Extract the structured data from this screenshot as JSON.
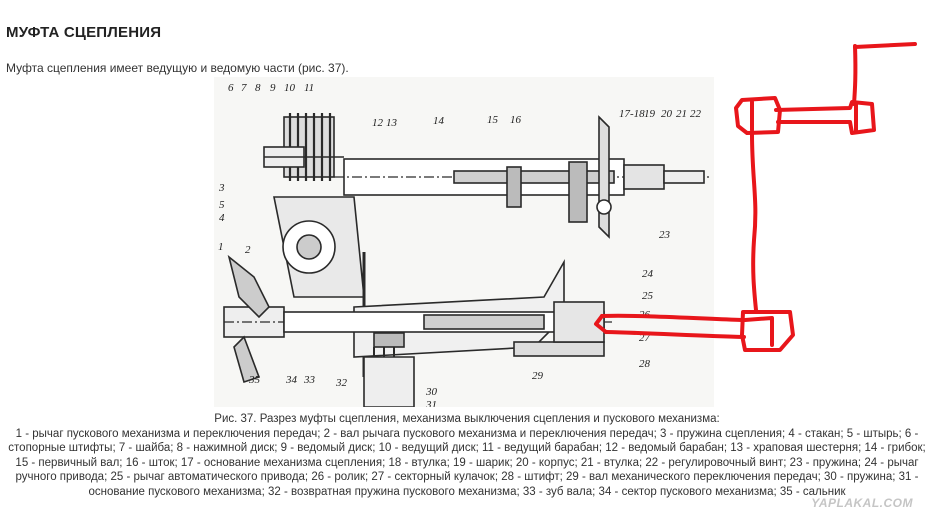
{
  "page": {
    "title": "МУФТА СЦЕПЛЕНИЯ",
    "intro": "Муфта сцепления имеет ведущую и ведомую части (рис. 37)."
  },
  "figure": {
    "callouts_top": [
      "6",
      "7",
      "8",
      "9",
      "10",
      "11",
      "12",
      "13",
      "14",
      "15",
      "16",
      "17",
      "18",
      "19",
      "20",
      "21",
      "22"
    ],
    "callouts_other": [
      "1",
      "2",
      "3",
      "4",
      "5",
      "23",
      "24",
      "25",
      "26",
      "27",
      "28",
      "29",
      "30",
      "31",
      "32",
      "33",
      "34",
      "35"
    ]
  },
  "caption": {
    "line1": "Рис. 37. Разрез муфты сцепления, механизма выключения сцепления и пускового механизма:",
    "legend": "1 - рычаг пускового механизма и переключения передач; 2 - вал рычага пускового механизма и переключения передач; 3 - пружина сцепления; 4 - стакан; 5 - штырь; 6 - стопорные штифты; 7 - шайба; 8 - нажимной диск; 9 - ведомый диск; 10 - ведущий диск; 11 - ведущий барабан; 12 - ведомый барабан; 13 - храповая шестерня; 14 - грибок; 15 - первичный вал; 16 - шток; 17 - основание механизма сцепления; 18 - втулка; 19 - шарик; 20 - корпус; 21 - втулка; 22 - регулировочный винт; 23 - пружина; 24 - рычаг ручного привода; 25 - рычаг автоматического привода; 26 - ролик; 27 - секторный кулачок; 28 - штифт; 29 - вал механического переключения передач; 30 - пружина; 31 - основание пускового механизма; 32 - возвратная пружина пускового механизма; 33 - зуб вала; 34 - сектор пускового механизма; 35 - сальник"
  },
  "watermark": "YAPLAKAL.COM",
  "colors": {
    "annotation": "#e8161b",
    "drawing": "#2a2a2a",
    "figure_bg": "#f7f7f5"
  }
}
